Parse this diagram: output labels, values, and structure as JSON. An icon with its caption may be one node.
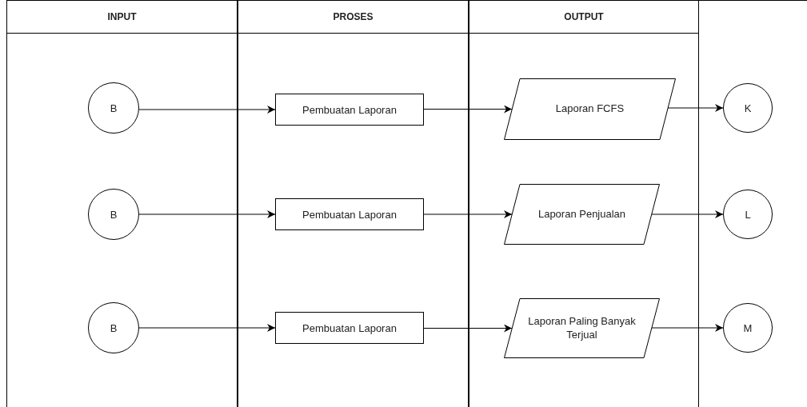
{
  "diagram": {
    "nodes": [
      {
        "text": [
          "INPUT"
        ]
      },
      {
        "text": [
          "PROSES"
        ]
      },
      {
        "text": [
          "OUTPUT"
        ]
      },
      {
        "text": [
          "B"
        ],
        "in": 0
      },
      {
        "text": [
          "Pembuatan Laporan"
        ],
        "in": 1
      },
      {
        "text": [
          "Laporan FCFS"
        ],
        "in": 2
      },
      {
        "text": [
          "K"
        ]
      },
      {
        "text": [
          "B"
        ],
        "in": 0
      },
      {
        "text": [
          "Pembuatan Laporan"
        ],
        "in": 1
      },
      {
        "text": [
          "Laporan Penjualan"
        ],
        "in": 2
      },
      {
        "text": [
          "L"
        ]
      },
      {
        "text": [
          "B"
        ],
        "in": 0
      },
      {
        "text": [
          "Pembuatan Laporan"
        ],
        "in": 1
      },
      {
        "text": [
          "Laporan Paling Banyak Terjual"
        ],
        "in": 2
      },
      {
        "text": [
          "M"
        ]
      }
    ],
    "edges": [
      {
        "from": 3,
        "to": 4,
        "arrow": "to"
      },
      {
        "from": 4,
        "to": 5,
        "arrow": "to"
      },
      {
        "from": 5,
        "to": 6,
        "arrow": "to"
      },
      {
        "from": 7,
        "to": 8,
        "arrow": "to"
      },
      {
        "from": 8,
        "to": 9,
        "arrow": "to"
      },
      {
        "from": 9,
        "to": 10,
        "arrow": "to"
      },
      {
        "from": 11,
        "to": 12,
        "arrow": "to"
      },
      {
        "from": 12,
        "to": 13,
        "arrow": "to"
      },
      {
        "from": 13,
        "to": 14,
        "arrow": "to"
      }
    ]
  }
}
